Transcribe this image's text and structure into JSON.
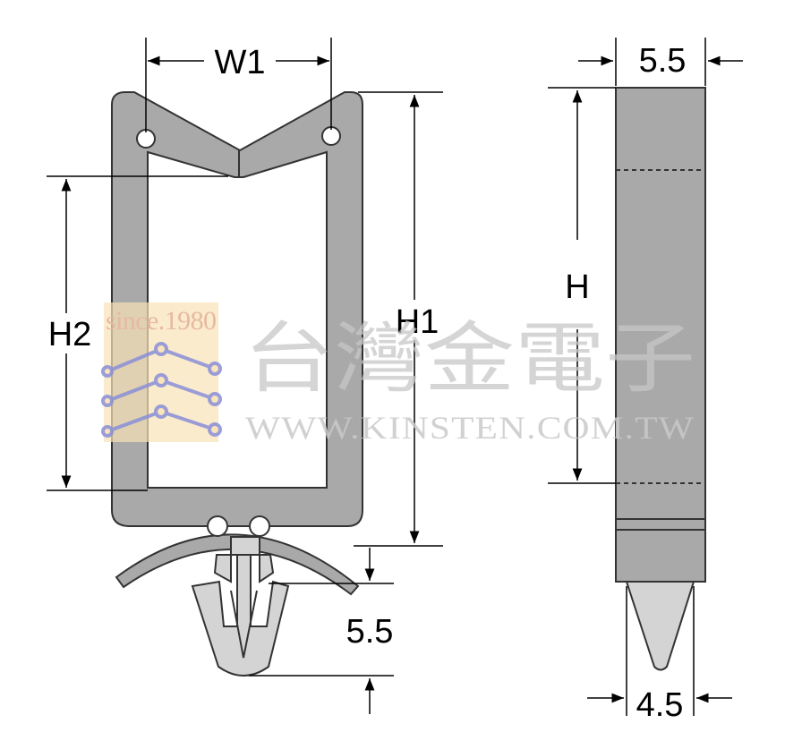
{
  "labels": {
    "w1": "W1",
    "h1": "H1",
    "h2": "H2",
    "h": "H",
    "top_width": "5.5",
    "clip_height": "5.5",
    "tip_width": "4.5"
  },
  "watermark": {
    "since": "since.1980",
    "company": "台灣金電子",
    "url": "WWW.KINSTEN.COM.TW"
  },
  "colors": {
    "body_fill": "#a9a9a9",
    "clip_fill": "#d4d4d4",
    "outline": "#333333"
  }
}
